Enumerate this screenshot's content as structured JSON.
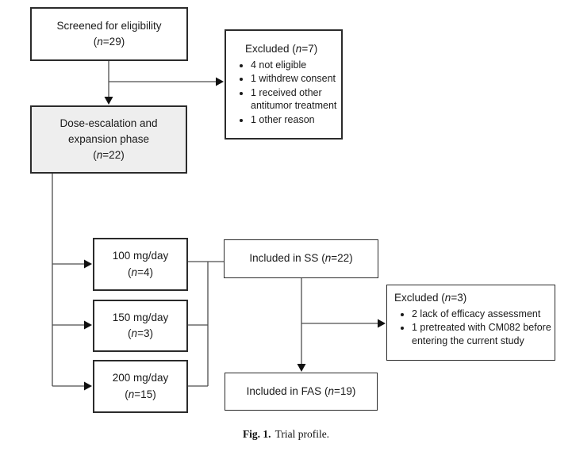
{
  "colors": {
    "shaded_box_fill": "#eeeeee",
    "box_border": "#2b2b2b",
    "connector_line": "#4d4d4d",
    "arrowhead": "#111111",
    "text": "#1a1a1a"
  },
  "caption": {
    "label": "Fig. 1.",
    "text": "Trial profile."
  },
  "boxes": {
    "screened": {
      "title": "Screened for eligibility",
      "count_open": "(",
      "count_n": "n",
      "count_rest": "=29)"
    },
    "excluded_screening": {
      "title": "Excluded",
      "count_open": " (",
      "count_n": "n",
      "count_rest": "=7)",
      "bullets": [
        "4 not eligible",
        "1 withdrew consent",
        "1 received other antitumor treatment",
        "1 other reason"
      ]
    },
    "dose_phase": {
      "line1": "Dose-escalation and",
      "line2": "expansion phase",
      "count_open": "(",
      "count_n": "n",
      "count_rest": "=22)"
    },
    "dose_100": {
      "title": "100 mg/day",
      "count_open": "(",
      "count_n": "n",
      "count_rest": "=4)"
    },
    "dose_150": {
      "title": "150 mg/day",
      "count_open": "(",
      "count_n": "n",
      "count_rest": "=3)"
    },
    "dose_200": {
      "title": "200 mg/day",
      "count_open": "(",
      "count_n": "n",
      "count_rest": "=15)"
    },
    "ss": {
      "text": "Included in SS",
      "count_open": " (",
      "count_n": "n",
      "count_rest": "=22)"
    },
    "excluded_analysis": {
      "title": "Excluded",
      "count_open": " (",
      "count_n": "n",
      "count_rest": "=3)",
      "bullets": [
        "2 lack of efficacy assessment",
        "1 pretreated with CM082 before entering the current study"
      ]
    },
    "fas": {
      "text": "Included in FAS",
      "count_open": " (",
      "count_n": "n",
      "count_rest": "=19)"
    }
  }
}
